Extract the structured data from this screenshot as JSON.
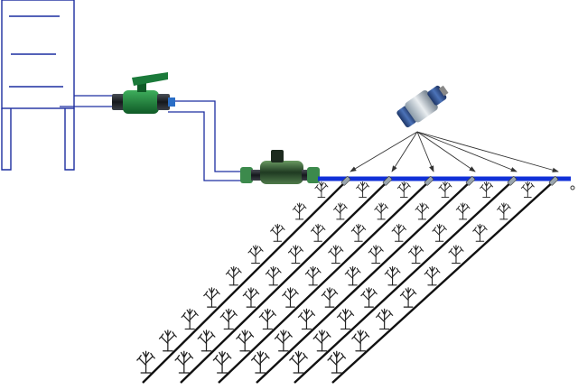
{
  "diagram": {
    "subject": "drip-irrigation-system",
    "components": [
      {
        "id": "water-tank",
        "icon": "tank-icon"
      },
      {
        "id": "main-valve",
        "icon": "ball-valve-icon",
        "color": "#1d7a3a"
      },
      {
        "id": "screen-filter",
        "icon": "filter-icon",
        "color": "#2e6b34"
      },
      {
        "id": "tape-connector",
        "icon": "connector-icon",
        "color": "#2a4f86"
      },
      {
        "id": "main-line",
        "icon": "pipe-icon",
        "color": "#1030d8"
      }
    ],
    "lateral_count": 6,
    "plants_per_lateral": 9,
    "colors": {
      "outline": "#1c2ea0",
      "main_line": "#1030d8",
      "lateral": "#111111",
      "plant": "#222222",
      "arrow": "#333333"
    }
  }
}
